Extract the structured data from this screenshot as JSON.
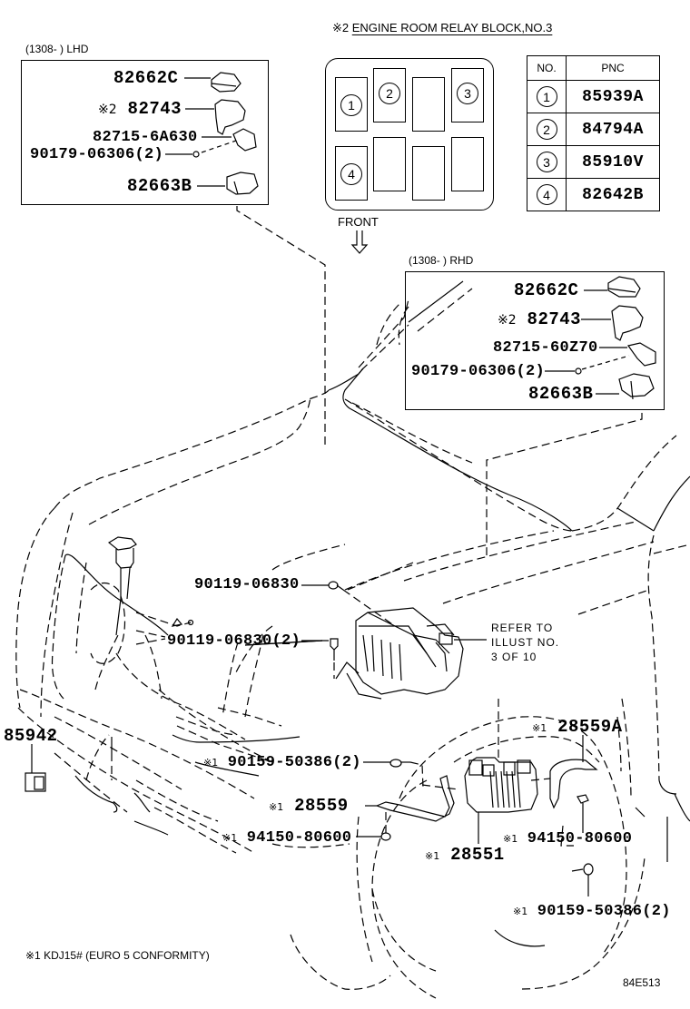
{
  "diagram_code": "84E513",
  "footnote": "※1 KDJ15# (EURO 5 CONFORMITY)",
  "relay_block": {
    "title_mark": "※2",
    "title": "ENGINE ROOM RELAY BLOCK,NO.3",
    "front_label": "FRONT",
    "slot_numbers": [
      "1",
      "2",
      "3",
      "4"
    ],
    "table": {
      "headers": [
        "NO.",
        "PNC"
      ],
      "rows": [
        {
          "no": "1",
          "pnc": "85939A"
        },
        {
          "no": "2",
          "pnc": "84794A"
        },
        {
          "no": "3",
          "pnc": "85910V"
        },
        {
          "no": "4",
          "pnc": "82642B"
        }
      ]
    }
  },
  "lhd_inset": {
    "label": "(1308-      ) LHD",
    "parts": [
      {
        "mark": "",
        "pn": "82662C"
      },
      {
        "mark": "※2",
        "pn": "82743"
      },
      {
        "mark": "",
        "pn": "82715-6A630"
      },
      {
        "mark": "",
        "pn": "90179-06306(2)"
      },
      {
        "mark": "",
        "pn": "82663B"
      }
    ]
  },
  "rhd_inset": {
    "label": "(1308-      ) RHD",
    "parts": [
      {
        "mark": "",
        "pn": "82662C"
      },
      {
        "mark": "※2",
        "pn": "82743"
      },
      {
        "mark": "",
        "pn": "82715-60Z70"
      },
      {
        "mark": "",
        "pn": "90179-06306(2)"
      },
      {
        "mark": "",
        "pn": "82663B"
      }
    ]
  },
  "main_parts": {
    "bolt_top": {
      "mark": "",
      "pn": "90119-06830"
    },
    "bolt_side": {
      "mark": "",
      "pn": "90119-06830(2)"
    },
    "refer_note": [
      "REFER TO",
      "ILLUST NO.",
      "3 OF 10"
    ],
    "sensor": {
      "mark": "",
      "pn": "85942"
    },
    "bolt_bracket": {
      "mark": "※1",
      "pn": "90159-50386(2)"
    },
    "bracket": {
      "mark": "※1",
      "pn": "28559"
    },
    "nut_left": {
      "mark": "※1",
      "pn": "94150-80600"
    },
    "module": {
      "mark": "※1",
      "pn": "28551"
    },
    "bracket_a": {
      "mark": "※1",
      "pn": "28559A"
    },
    "nut_right": {
      "mark": "※1",
      "pn": "94150-80600"
    },
    "bolt_right": {
      "mark": "※1",
      "pn": "90159-50386(2)"
    }
  }
}
